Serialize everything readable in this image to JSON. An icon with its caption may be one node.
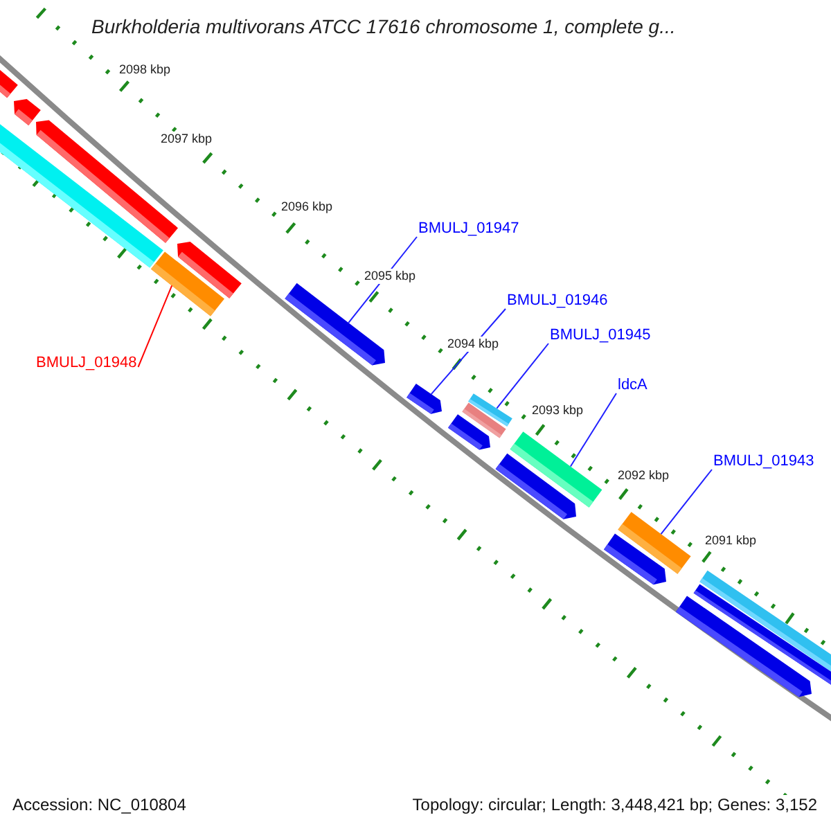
{
  "diagram": {
    "title": "Burkholderia multivorans ATCC 17616 chromosome 1, complete g...",
    "nodes": [
      {
        "text": [
          "BMULJ_01948"
        ]
      },
      {
        "text": [
          "BMULJ_01947"
        ]
      },
      {
        "text": [
          "BMULJ_01946"
        ]
      },
      {
        "text": [
          "BMULJ_01945"
        ]
      },
      {
        "text": [
          "ldcA"
        ]
      },
      {
        "text": [
          "BMULJ_01943"
        ]
      },
      {
        "text": [],
        "shape": "bar"
      },
      {
        "text": [],
        "shape": "bar"
      },
      {
        "text": [],
        "shape": "bar"
      },
      {
        "text": [],
        "shape": "bar"
      },
      {
        "text": [],
        "shape": "bar"
      },
      {
        "text": [],
        "shape": "bar"
      }
    ],
    "edges": [
      {
        "from": 0,
        "to": 6,
        "arrow": "none",
        "color": "#ff0000"
      },
      {
        "from": 1,
        "to": 7,
        "arrow": "none"
      },
      {
        "from": 2,
        "to": 8,
        "arrow": "none"
      },
      {
        "from": 3,
        "to": 9,
        "arrow": "none"
      },
      {
        "from": 4,
        "to": 10,
        "arrow": "none"
      },
      {
        "from": 5,
        "to": 11,
        "arrow": "none"
      }
    ],
    "labels": [
      "2098 kbp",
      "2097 kbp",
      "2096 kbp",
      "2095 kbp",
      "2094 kbp",
      "2093 kbp",
      "2092 kbp",
      "2091 kbp",
      "Accession: NC_010804",
      "Topology: circular; Length: 3,448,421 bp; Genes: 3,152"
    ]
  }
}
